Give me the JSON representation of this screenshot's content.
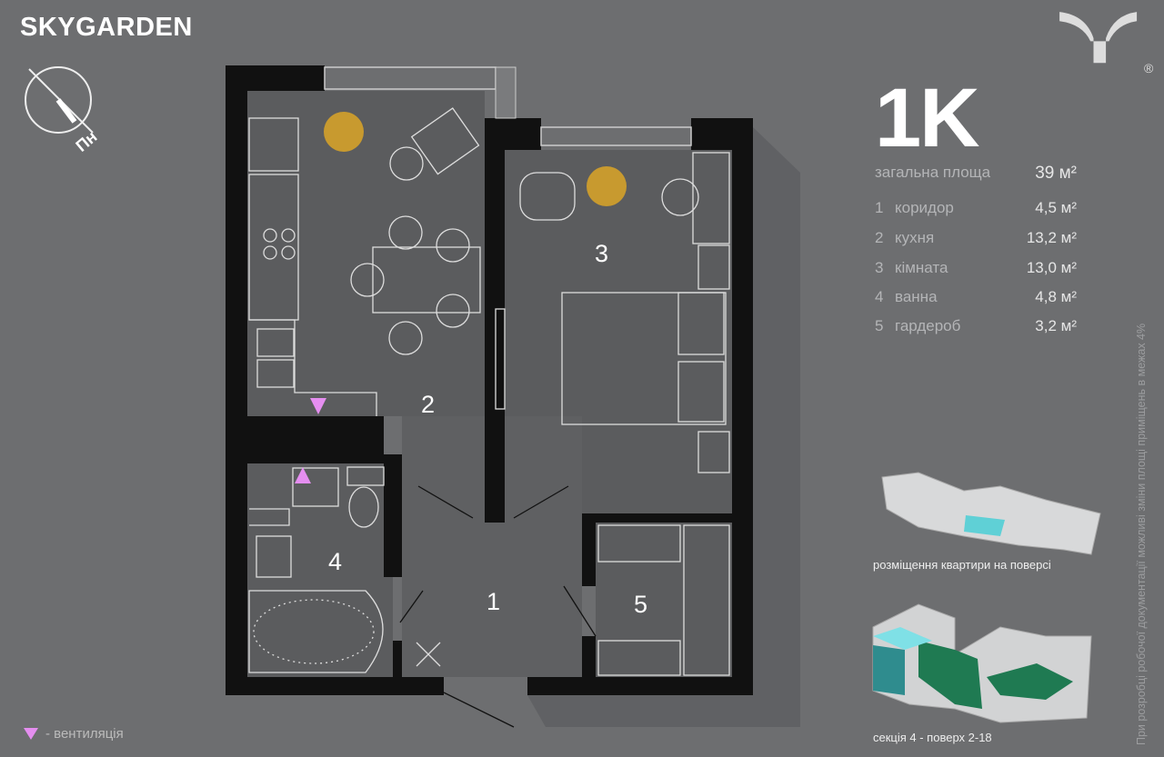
{
  "brand": "SKYGARDEN",
  "compass_label": "Пн",
  "logo_mark": "®",
  "apartment_type": "1K",
  "total": {
    "label": "загальна площа",
    "value": "39 м²"
  },
  "rooms": [
    {
      "num": "1",
      "name": "коридор",
      "area": "4,5 м²"
    },
    {
      "num": "2",
      "name": "кухня",
      "area": "13,2 м²"
    },
    {
      "num": "3",
      "name": "кімната",
      "area": "13,0 м²"
    },
    {
      "num": "4",
      "name": "ванна",
      "area": "4,8 м²"
    },
    {
      "num": "5",
      "name": "гардероб",
      "area": "3,2 м²"
    }
  ],
  "disclaimer": "При розробці робочої документації можливі зміни площі приміщень в межах 4%",
  "floor_caption": "розміщення квартири на поверсі",
  "section_caption": "секція 4 - поверх 2-18",
  "legend": {
    "label": "- вентиляція",
    "color": "#e58ef0"
  },
  "colors": {
    "background": "#6d6e70",
    "wall": "#111111",
    "highlight": "#5fd0d6",
    "green": "#1f7a52"
  }
}
